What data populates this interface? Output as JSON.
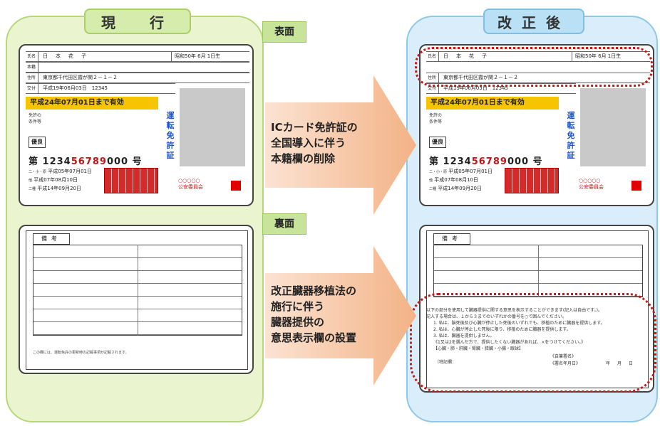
{
  "left_header": "現　行",
  "right_header": "改正後",
  "tags": {
    "front": "表面",
    "back": "裏面"
  },
  "card": {
    "name_key": "氏名",
    "name_value": "日　本　花　子",
    "birth": "昭和50年 6月 1日生",
    "honseki_key": "本籍",
    "address_key": "住所",
    "address_value": "東京都千代田区霞が関２－１－２",
    "issue_key": "交付",
    "issue_value": "平成19年06月03日　12345",
    "valid_until": "平成24年07月01日まで有効",
    "conditions_label": "免許の\n条件等",
    "excellent": "優良",
    "number_prefix": "第 1234",
    "number_red": "56789",
    "number_suffix": "000 号",
    "date1_key": "二・小・原",
    "date1": "平成05年07月01日",
    "date2_key": "他",
    "date2": "平成07年08月10日",
    "date3_key": "二種",
    "date3": "平成14年09月20日",
    "vertical_label": "運転免許証",
    "marks": "○○○○○",
    "public_safety": "公安委員会"
  },
  "back": {
    "tab": "備考",
    "note": "この欄には、運転免許の更新時の記載事項が記載されます。"
  },
  "donor": {
    "line1": "以下の部分を使用して臓器提供に関する意思を表示することができます(記入は自由です。)。",
    "line2": "記入する場合は、１から３までのいずれかの番号を○で囲んでください。",
    "opt1": "1. 私は、脳死後及び心臓が停止した死後のいずれでも、移植のために臓器を提供します。",
    "opt2": "2. 私は、心臓が停止した死後に限り、移植のために臓器を提供します。",
    "opt3": "3. 私は、臓器を提供しません。",
    "note": "《1又は2を選んだ方で、提供したくない臓器があれば、×をつけてください。》",
    "organs": "【心臓・肺・肝臓・腎臓・膵臓・小腸・眼球】",
    "special": "〔特記欄：",
    "signed_label": "《自筆署名》",
    "date_label": "《署名年月日》",
    "date_units": "年　月　日"
  },
  "arrows": {
    "top": [
      "ICカード免許証の",
      "全国導入に伴う",
      "本籍欄の削除"
    ],
    "bottom": [
      "改正臓器移植法の",
      "施行に伴う",
      "臓器提供の",
      "意思表示欄の設置"
    ]
  },
  "colors": {
    "left_panel": "#eaf5cf",
    "right_panel": "#d9eefa",
    "arrow": "#f6c6a6",
    "highlight": "#c81818",
    "valid_band": "#f6c400"
  }
}
